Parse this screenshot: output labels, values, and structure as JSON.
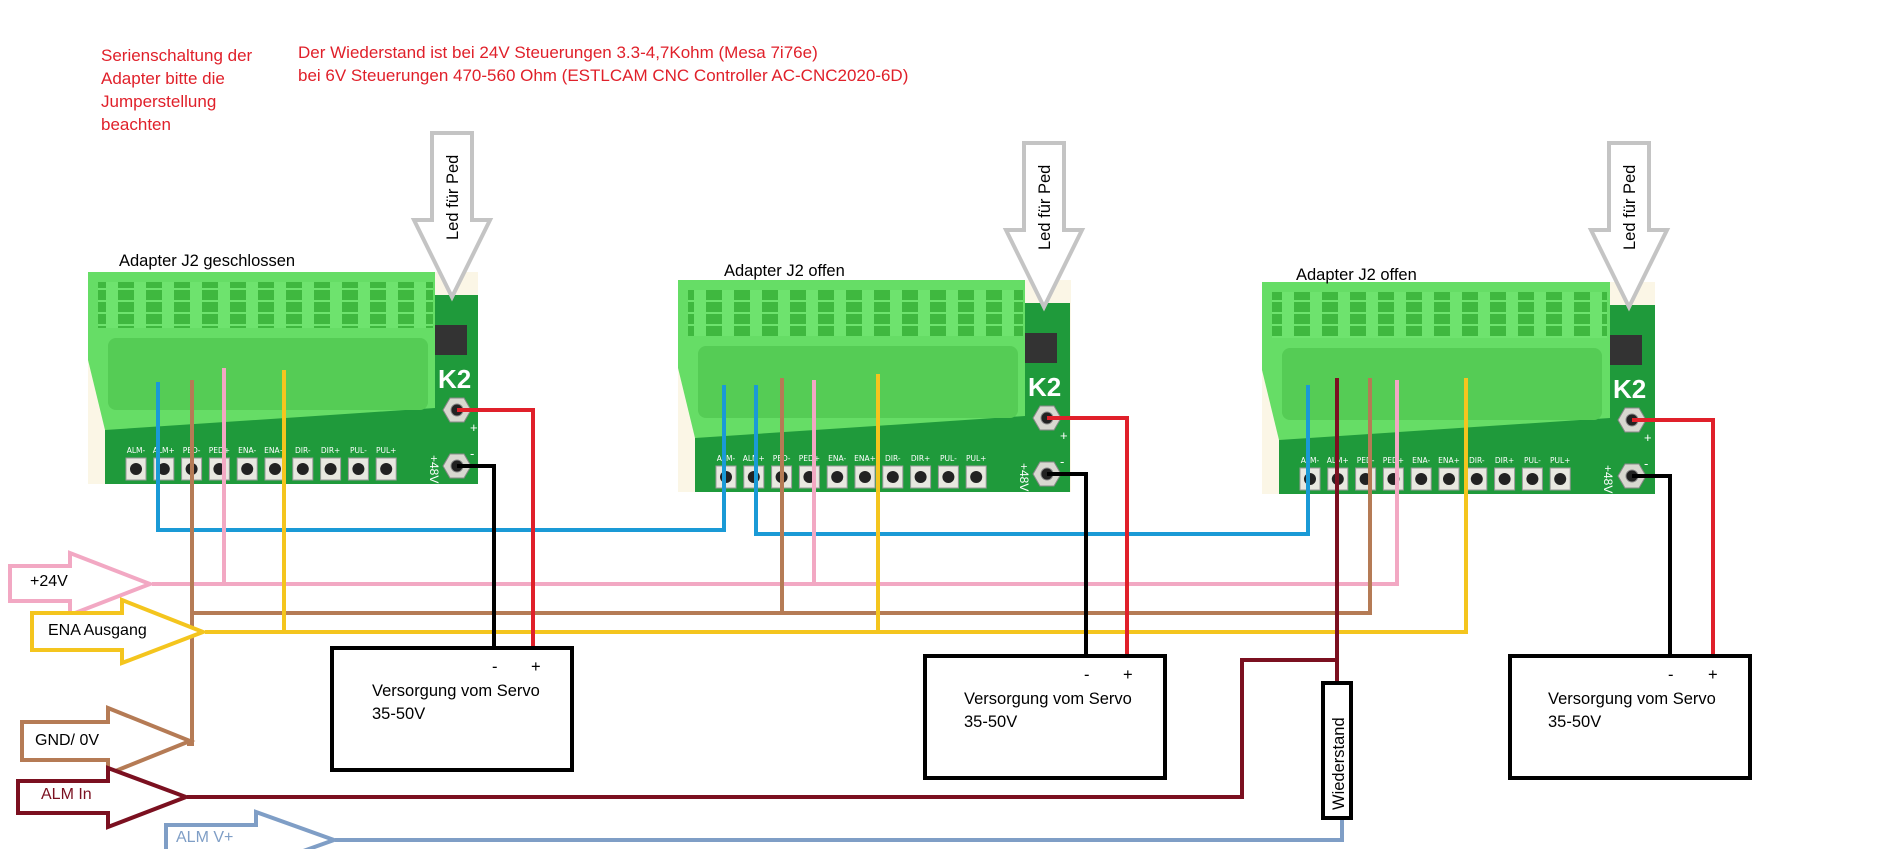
{
  "notes": {
    "series": "Serienschaltung der Adapter bitte die Jumperstellung beachten",
    "resistor_line1": "Der Wiederstand ist bei 24V Steuerungen 3.3-4,7Kohm (Mesa 7i76e)",
    "resistor_line2": "bei 6V Steuerungen 470-560 Ohm (ESTLCAM CNC Controller AC-CNC2020-6D)"
  },
  "adapters": [
    {
      "title": "Adapter J2 geschlossen",
      "led_label": "Led für Ped",
      "k2": "K2",
      "voltage": "+48V",
      "plus": "+",
      "minus": "-"
    },
    {
      "title": "Adapter J2 offen",
      "led_label": "Led für Ped",
      "k2": "K2",
      "voltage": "+48V",
      "plus": "+",
      "minus": "-"
    },
    {
      "title": "Adapter J2 offen",
      "led_label": "Led für Ped",
      "k2": "K2",
      "voltage": "+48V",
      "plus": "+",
      "minus": "-"
    }
  ],
  "pins": [
    "ALM-",
    "ALM+",
    "PED-",
    "PED+",
    "ENA-",
    "ENA+",
    "DIR-",
    "DIR+",
    "PUL-",
    "PUL+"
  ],
  "supplies": [
    {
      "minus": "-",
      "plus": "+",
      "label_line1": "Versorgung vom Servo",
      "label_line2": "35-50V"
    },
    {
      "minus": "-",
      "plus": "+",
      "label_line1": "Versorgung vom Servo",
      "label_line2": "35-50V"
    },
    {
      "minus": "-",
      "plus": "+",
      "label_line1": "Versorgung vom Servo",
      "label_line2": "35-50V"
    }
  ],
  "inputs": {
    "v24": "+24V",
    "ena": "ENA Ausgang",
    "gnd": "GND/ 0V",
    "alm_in": "ALM In",
    "alm_v": "ALM V+"
  },
  "resistor_label": "Wiederstand",
  "colors": {
    "blue_wire": "#1a9ad6",
    "brown_wire": "#b57b55",
    "pink_wire": "#f2a8c3",
    "yellow_wire": "#f4c51e",
    "red_wire": "#e0202a",
    "black_wire": "#000000",
    "alm_wire": "#7b1020",
    "almv_wire": "#7f9ec6",
    "terminal_green": "#66dd66",
    "pcb_green": "#1f9a3b",
    "note_red": "#e0202a"
  }
}
